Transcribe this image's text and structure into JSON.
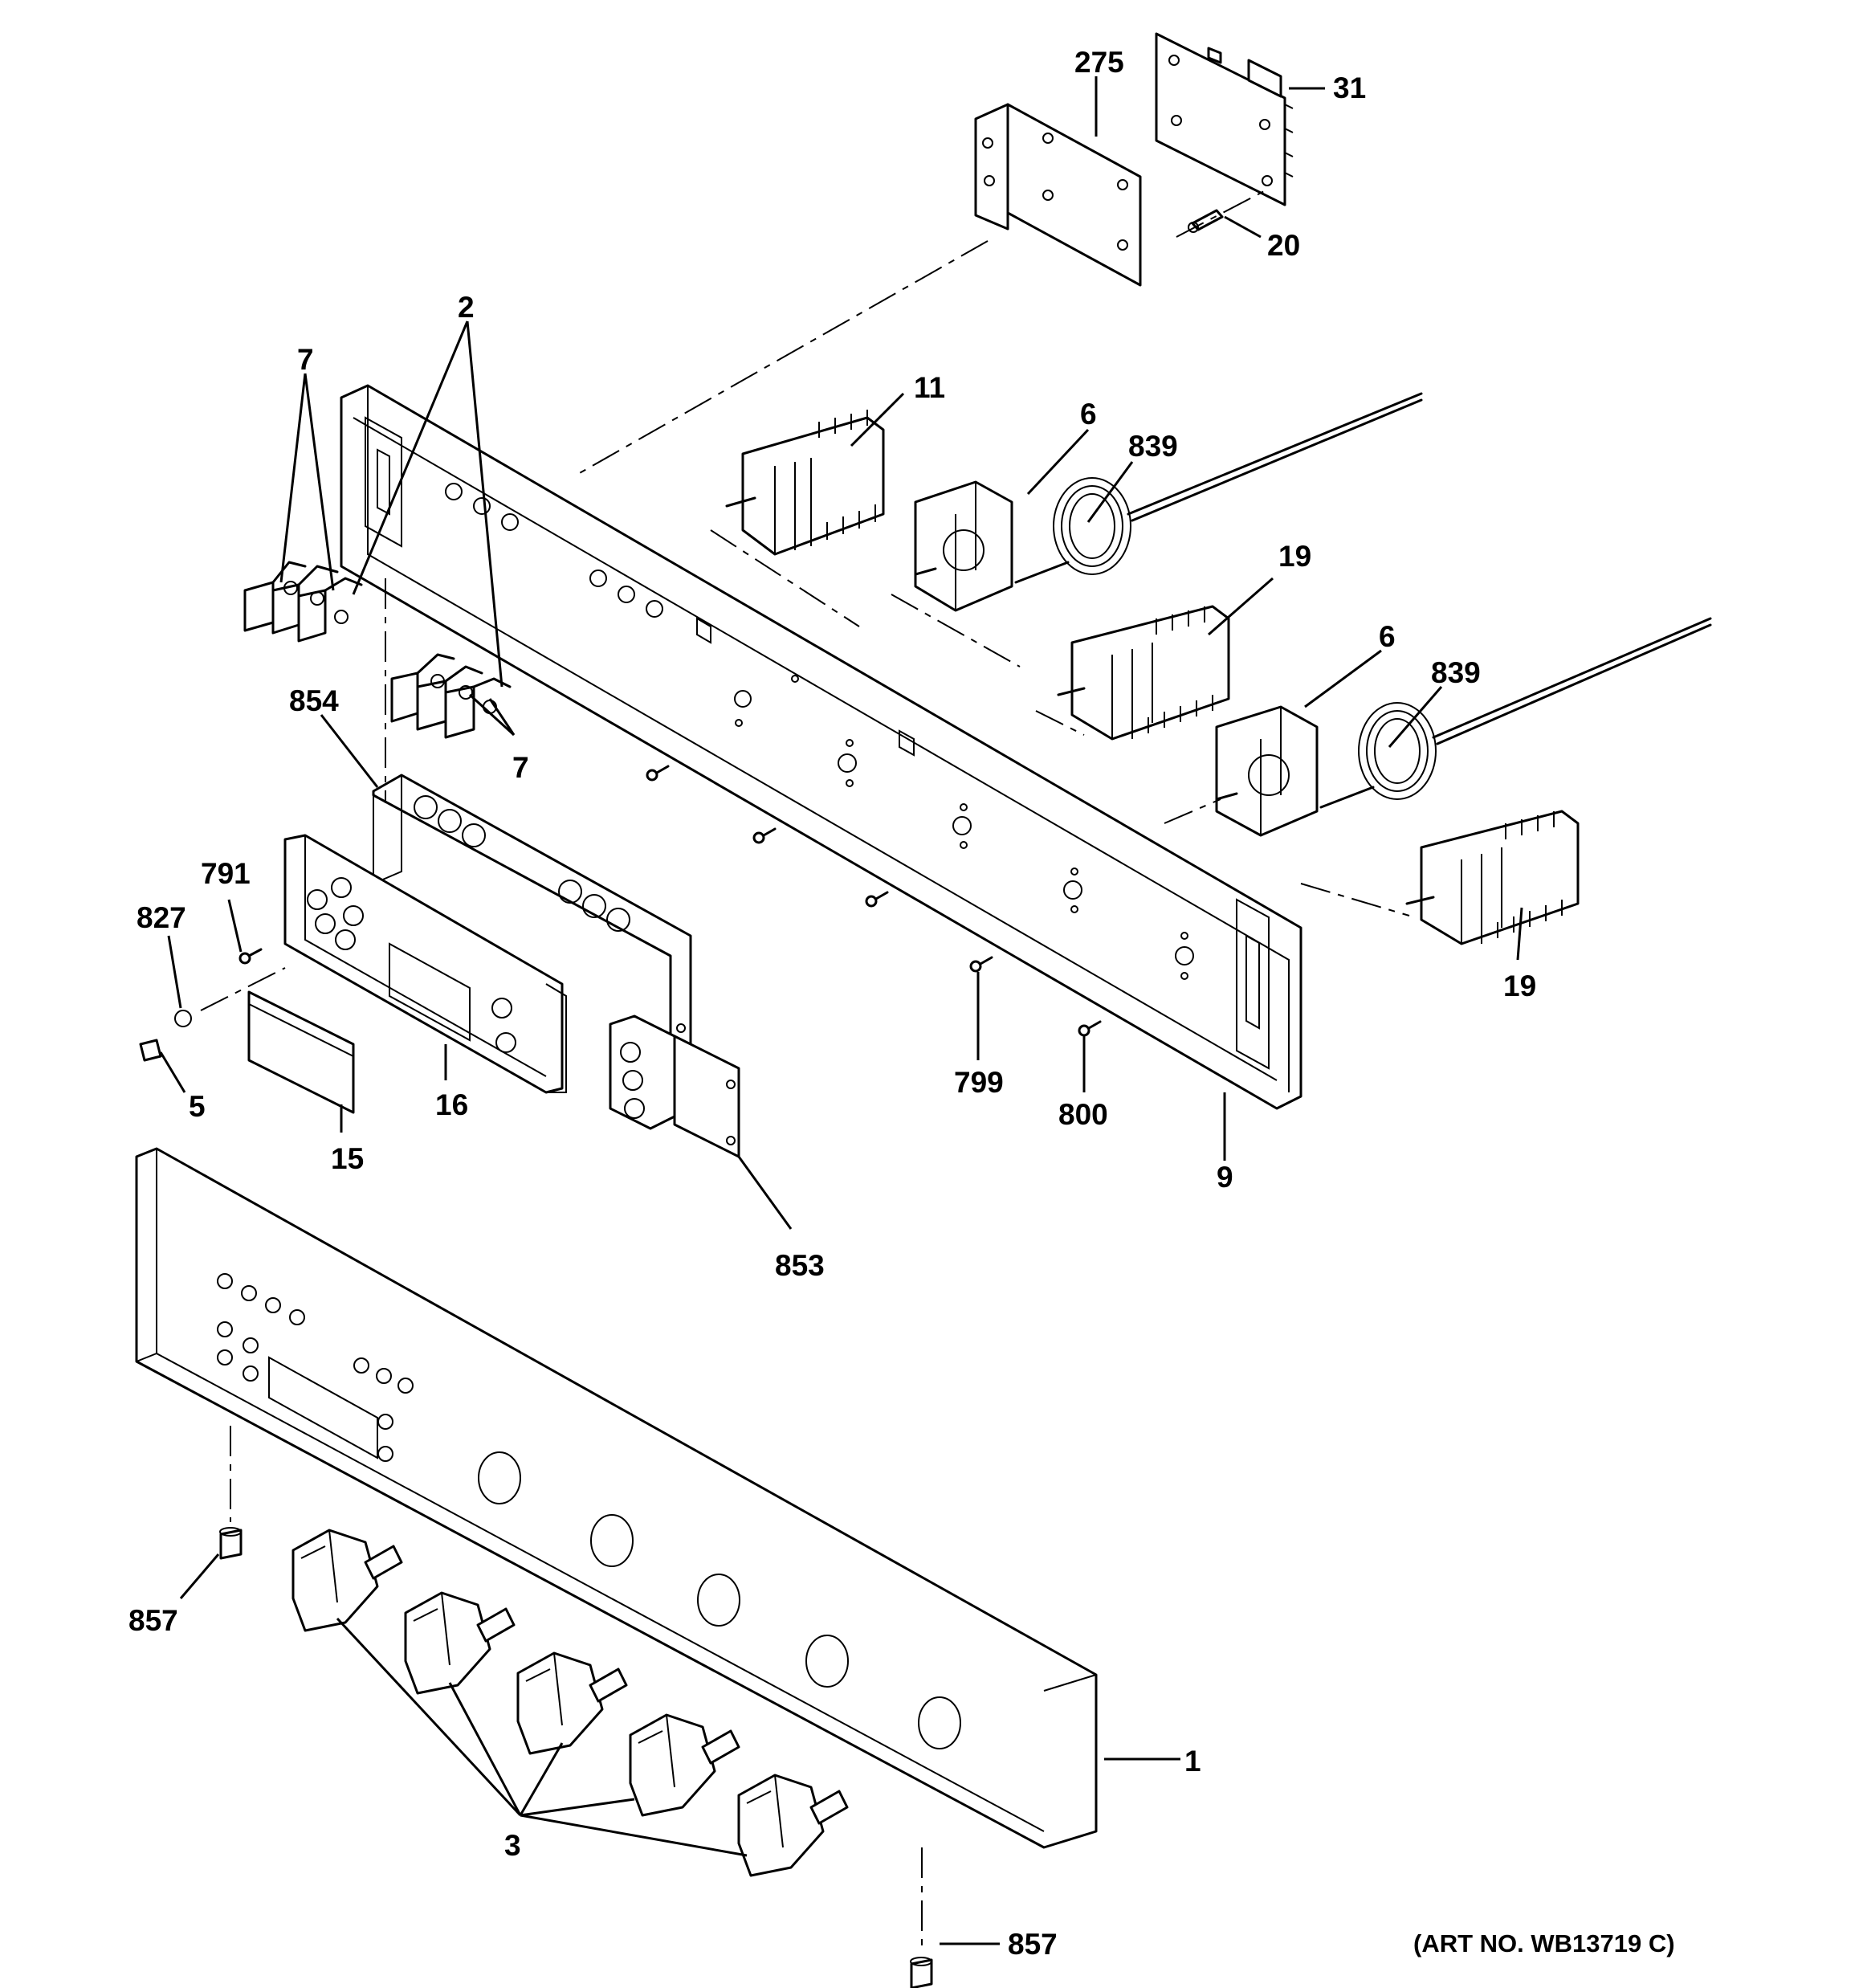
{
  "diagram": {
    "art_number": "(ART NO. WB13719 C)",
    "callouts": {
      "c275": "275",
      "c31": "31",
      "c20": "20",
      "c2": "2",
      "c7a": "7",
      "c7b": "7",
      "c11": "11",
      "c6a": "6",
      "c839a": "839",
      "c19a": "19",
      "c6b": "6",
      "c839b": "839",
      "c19b": "19",
      "c854": "854",
      "c791": "791",
      "c827": "827",
      "c5": "5",
      "c16": "16",
      "c15": "15",
      "c853": "853",
      "c799": "799",
      "c800": "800",
      "c9": "9",
      "c857a": "857",
      "c1": "1",
      "c3": "3",
      "c857b": "857"
    }
  }
}
